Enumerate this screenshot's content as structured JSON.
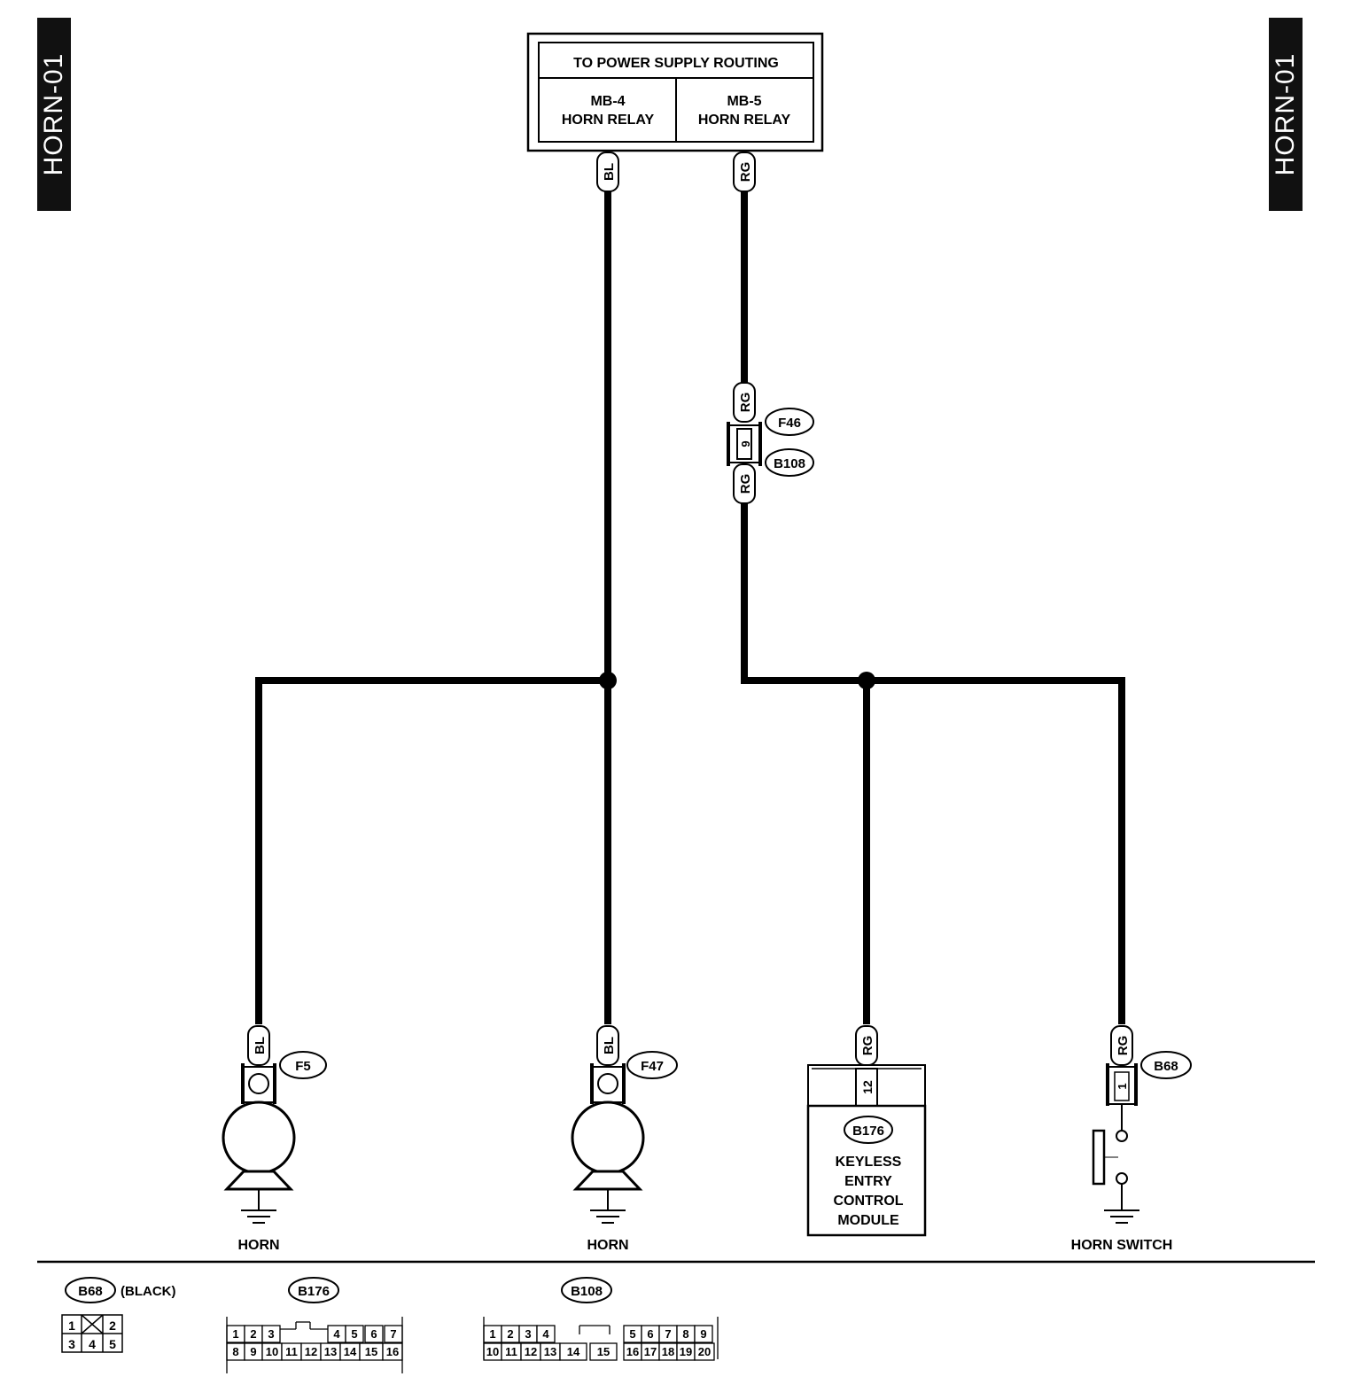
{
  "page_tag": "HORN-01",
  "supply": {
    "title": "TO POWER SUPPLY ROUTING",
    "left": {
      "line1": "MB-4",
      "line2": "HORN RELAY"
    },
    "right": {
      "line1": "MB-5",
      "line2": "HORN RELAY"
    }
  },
  "wires": {
    "bl": "BL",
    "rg": "RG"
  },
  "inline_connector": {
    "top": "F46",
    "bottom": "B108",
    "pin": "9"
  },
  "components": {
    "horn_left": {
      "label": "HORN",
      "connector": "F5"
    },
    "horn_right": {
      "label": "HORN",
      "connector": "F47"
    },
    "module": {
      "connector": "B176",
      "pin": "12",
      "line1": "KEYLESS",
      "line2": "ENTRY",
      "line3": "CONTROL",
      "line4": "MODULE"
    },
    "horn_switch": {
      "label": "HORN SWITCH",
      "connector": "B68",
      "pin": "1"
    }
  },
  "legend": {
    "b68": {
      "id": "B68",
      "note": "(BLACK)",
      "row1": [
        "1",
        "",
        "2"
      ],
      "row2": [
        "3",
        "4",
        "5"
      ]
    },
    "b176": {
      "id": "B176",
      "row1": [
        "1",
        "2",
        "3",
        "4",
        "5",
        "6",
        "7"
      ],
      "row2": [
        "8",
        "9",
        "10",
        "11",
        "12",
        "13",
        "14",
        "15",
        "16"
      ]
    },
    "b108": {
      "id": "B108",
      "row1": [
        "1",
        "2",
        "3",
        "4",
        "5",
        "6",
        "7",
        "8",
        "9"
      ],
      "row2": [
        "10",
        "11",
        "12",
        "13",
        "14",
        "15",
        "16",
        "17",
        "18",
        "19",
        "20"
      ]
    }
  }
}
